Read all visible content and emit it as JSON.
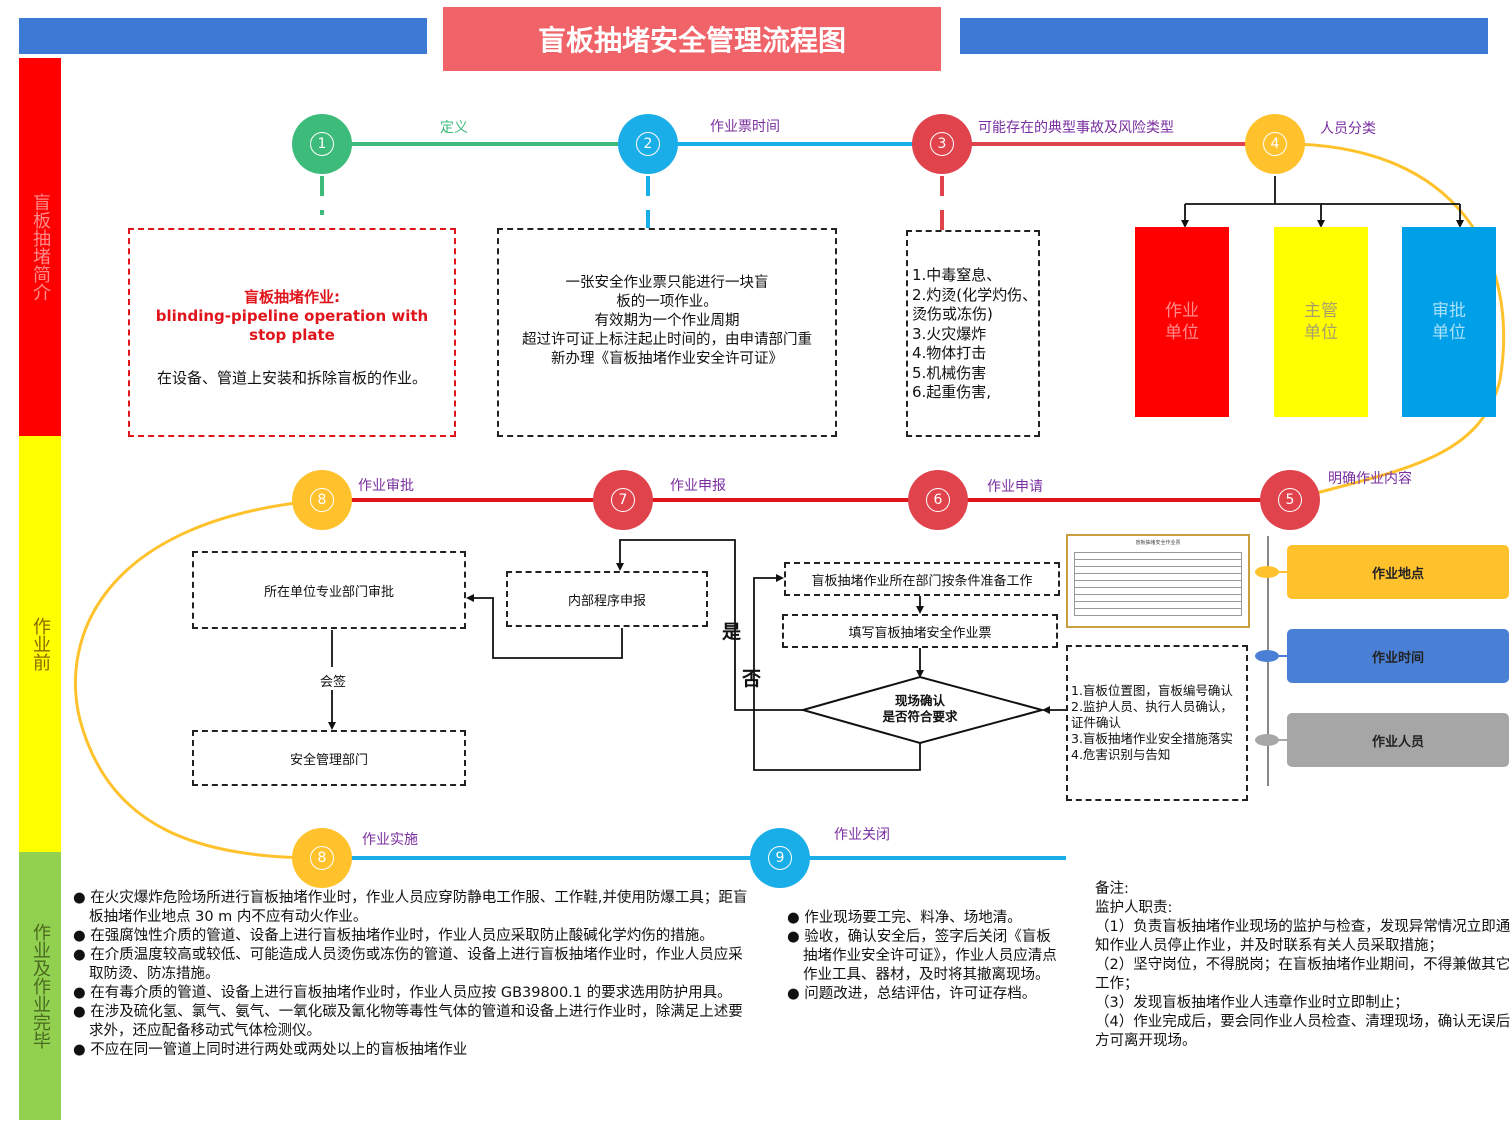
{
  "title": "盲板抽堵安全管理流程图",
  "side_sections": [
    "盲板抽堵简介",
    "作业前",
    "作业及作业完毕"
  ],
  "steps": [
    {
      "num": "1",
      "label": "定义"
    },
    {
      "num": "2",
      "label": "作业票时间"
    },
    {
      "num": "3",
      "label": "可能存在的典型事故及风险类型"
    },
    {
      "num": "4",
      "label": "人员分类"
    },
    {
      "num": "5",
      "label": "明确作业内容"
    },
    {
      "num": "6",
      "label": "作业申请"
    },
    {
      "num": "7",
      "label": "作业申报"
    },
    {
      "num": "8",
      "label": "作业审批"
    },
    {
      "num": "8",
      "label": "作业实施"
    },
    {
      "num": "9",
      "label": "作业关闭"
    }
  ],
  "definition": {
    "title_cn": "盲板抽堵作业:",
    "title_en": "blinding-pipeline operation with stop plate",
    "body": "在设备、管道上安装和拆除盲板的作业。"
  },
  "permit_time": [
    "一张安全作业票只能进行一块盲",
    "板的一项作业。",
    "有效期为一个作业周期",
    "超过许可证上标注起止时间的，由申请部门重",
    "新办理《盲板抽堵作业安全许可证》"
  ],
  "risks": [
    "1.中毒窒息、",
    "2.灼烫(化学灼伤、",
    "烫伤或冻伤)",
    "3.火灾爆炸",
    "4.物体打击",
    "5.机械伤害",
    "6.起重伤害,"
  ],
  "personnel": [
    {
      "label": "作业\n单位",
      "color": "#ff0000",
      "text_color": "#ff8a8a"
    },
    {
      "label": "主管\n单位",
      "color": "#ffff00",
      "text_color": "#c8c89a"
    },
    {
      "label": "审批\n单位",
      "color": "#00a0e9",
      "text_color": "#8fd6f4"
    }
  ],
  "work_content": [
    {
      "label": "作业地点",
      "color": "#ffc22d"
    },
    {
      "label": "作业时间",
      "color": "#4a7fd6"
    },
    {
      "label": "作业人员",
      "color": "#a6a6a6"
    }
  ],
  "flow": {
    "prep": "盲板抽堵作业所在部门按条件准备工作",
    "fill": "填写盲板抽堵安全作业票",
    "confirm_line1": "现场确认",
    "confirm_line2": "是否符合要求",
    "yes": "是",
    "no": "否",
    "internal": "内部程序申报",
    "approve": "所在单位专业部门审批",
    "cosign": "会签",
    "safety": "安全管理部门",
    "checklist": [
      "1.盲板位置图，盲板编号确认",
      "2.监护人员、执行人员确认，",
      "证件确认",
      "3.盲板抽堵作业安全措施落实",
      "4.危害识别与告知"
    ]
  },
  "implementation": [
    "在火灾爆炸危险场所进行盲板抽堵作业时，作业人员应穿防静电工作服、工作鞋,并使用防爆工具；距盲板抽堵作业地点 30 m 内不应有动火作业。",
    "在强腐蚀性介质的管道、设备上进行盲板抽堵作业时，作业人员应采取防止酸碱化学灼伤的措施。",
    " 在介质温度较高或较低、可能造成人员烫伤或冻伤的管道、设备上进行盲板抽堵作业时，作业人员应采取防烫、防冻措施。",
    " 在有毒介质的管道、设备上进行盲板抽堵作业时，作业人员应按 GB39800.1 的要求选用防护用具。",
    "在涉及硫化氢、氯气、氨气、一氧化碳及氰化物等毒性气体的管道和设备上进行作业时，除满足上述要求外，还应配备移动式气体检测仪。",
    "不应在同一管道上同时进行两处或两处以上的盲板抽堵作业"
  ],
  "closing": [
    "作业现场要工完、料净、场地清。",
    "验收，确认安全后，签字后关闭《盲板抽堵作业安全许可证》，作业人员应清点作业工具、器材，及时将其撤离现场。",
    "问题改进，总结评估，许可证存档。"
  ],
  "notes": {
    "heading": "备注:",
    "subheading": "监护人职责:",
    "lines": [
      "（1）负责盲板抽堵作业现场的监护与检查，发现异常情况立即通知作业人员停止作业，并及时联系有关人员采取措施；",
      "（2）坚守岗位，不得脱岗；在盲板抽堵作业期间，不得兼做其它工作；",
      "（3）发现盲板抽堵作业人违章作业时立即制止；",
      "（4）作业完成后，要会同作业人员检查、清理现场，确认无误后方可离开现场。"
    ]
  },
  "form_thumbnail_title": "盲板抽堵安全作业票"
}
